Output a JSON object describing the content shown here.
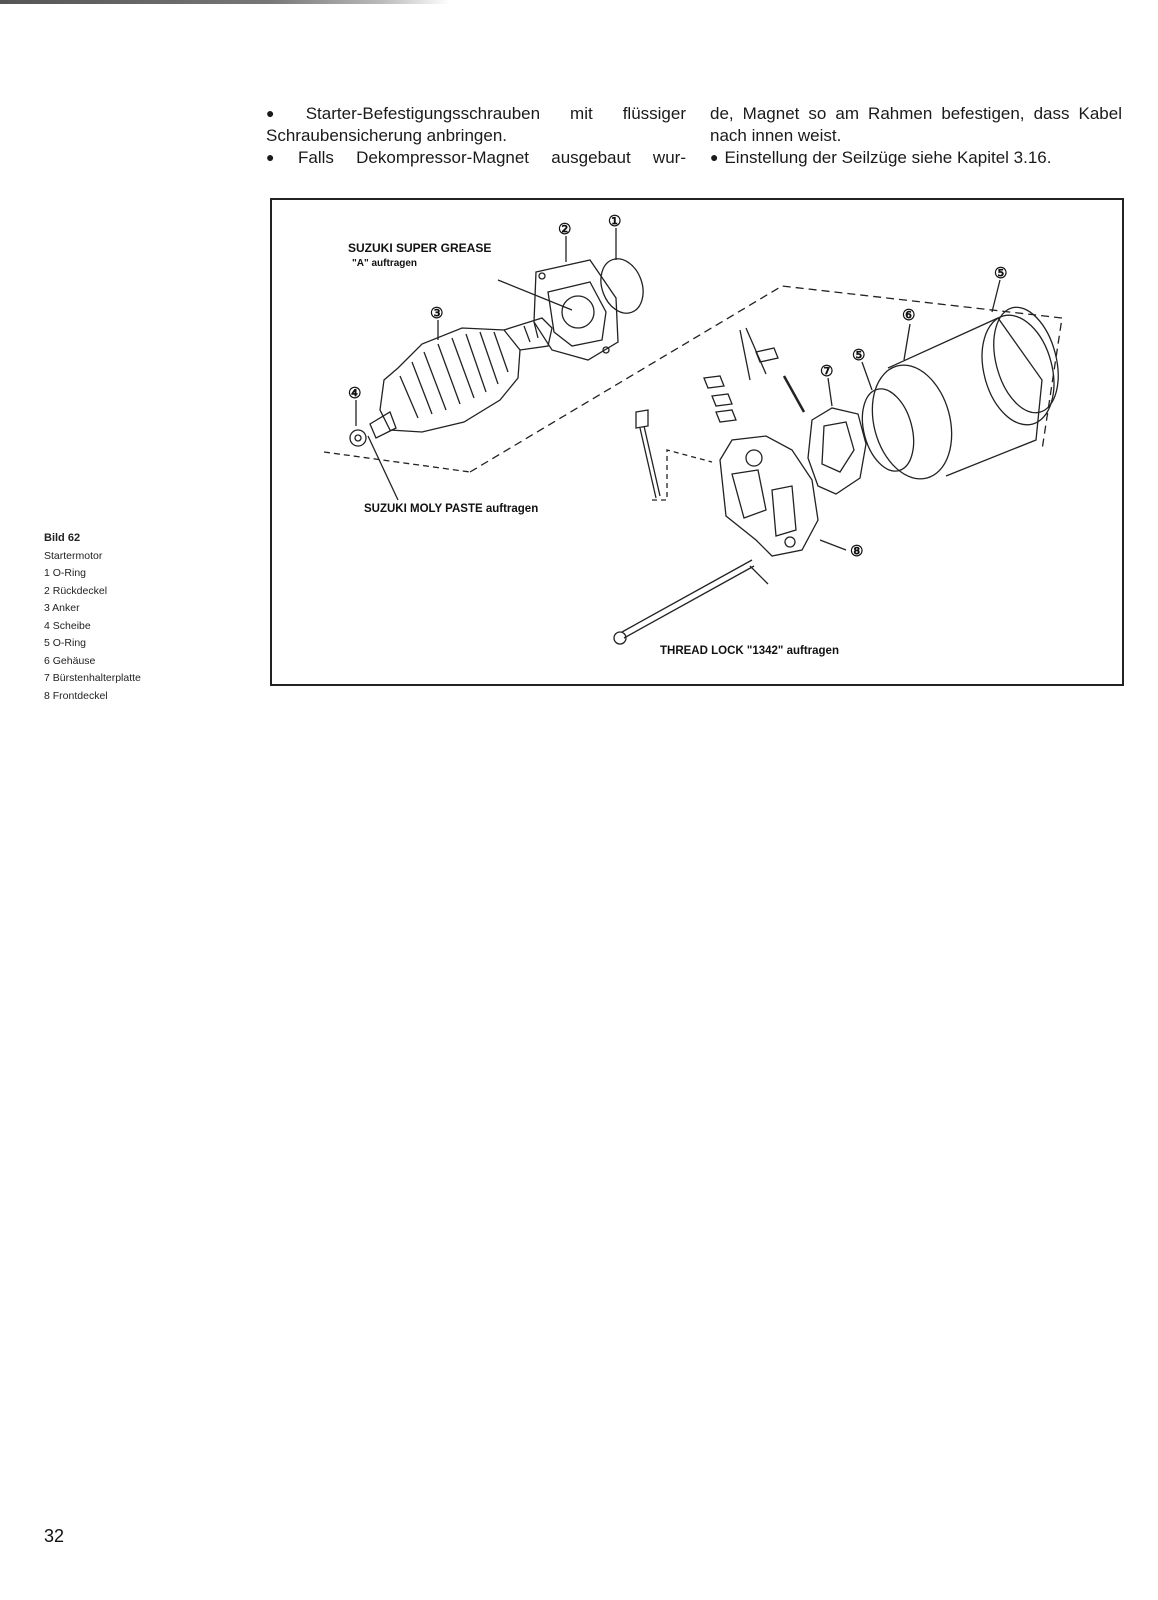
{
  "body_text": {
    "left_column": [
      {
        "bullet": "●",
        "text": "Starter-Befestigungsschrauben mit flüssiger Schraubensicherung anbringen."
      },
      {
        "bullet": "●",
        "text": "Falls Dekompressor-Magnet ausgebaut wur-"
      }
    ],
    "right_column": [
      {
        "bullet": "",
        "text": "de, Magnet so am Rahmen befestigen, dass Kabel nach innen weist."
      },
      {
        "bullet": "●",
        "text": "Einstellung der Seilzüge siehe Kapitel 3.16."
      }
    ]
  },
  "figure": {
    "annotations": {
      "grease_line1": "SUZUKI SUPER GREASE",
      "grease_line2": "\"A\" auftragen",
      "moly_paste": "SUZUKI MOLY PASTE auftragen",
      "thread_lock": "THREAD LOCK \"1342\" auftragen"
    },
    "callouts": {
      "c1": "①",
      "c2": "②",
      "c3": "③",
      "c4": "④",
      "c5a": "⑤",
      "c5b": "⑤",
      "c6": "⑥",
      "c7": "⑦",
      "c8": "⑧"
    }
  },
  "caption": {
    "title": "Bild 62",
    "subtitle": "Startermotor",
    "items": [
      "1 O-Ring",
      "2 Rückdeckel",
      "3 Anker",
      "4 Scheibe",
      "5 O-Ring",
      "6 Gehäuse",
      "7 Bürstenhalterplatte",
      "8 Frontdeckel"
    ]
  },
  "page_number": "32"
}
